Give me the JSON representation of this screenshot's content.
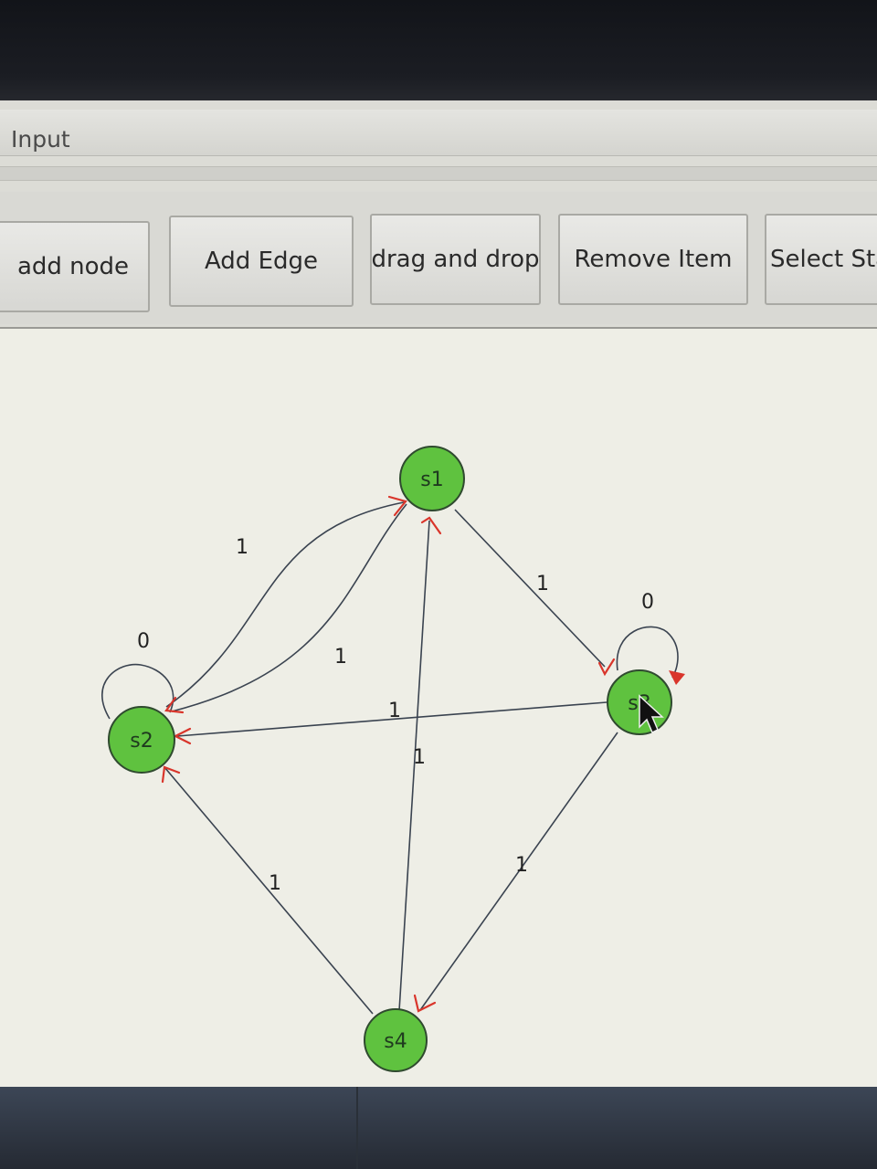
{
  "window": {
    "title": "Input"
  },
  "toolbar": {
    "buttons": [
      {
        "label": "add node"
      },
      {
        "label": "Add Edge"
      },
      {
        "label": "drag and drop"
      },
      {
        "label": "Remove Item"
      },
      {
        "label": "Select Sta"
      }
    ]
  },
  "graph": {
    "nodes": {
      "s1": "s1",
      "s2": "s2",
      "s3": "s3",
      "s4": "s4"
    },
    "edge_labels": {
      "s2_to_s1_upper": "1",
      "s1_to_s2_lower": "1",
      "s2_self": "0",
      "s1_to_s3": "1",
      "s3_self": "0",
      "s3_to_s2": "1",
      "s4_to_s1": "1",
      "s4_to_s2": "1",
      "s3_to_s4": "1"
    },
    "colors": {
      "node_fill": "#5fc23f",
      "arrow_head": "#d9352b",
      "edge": "#3a4350"
    }
  }
}
